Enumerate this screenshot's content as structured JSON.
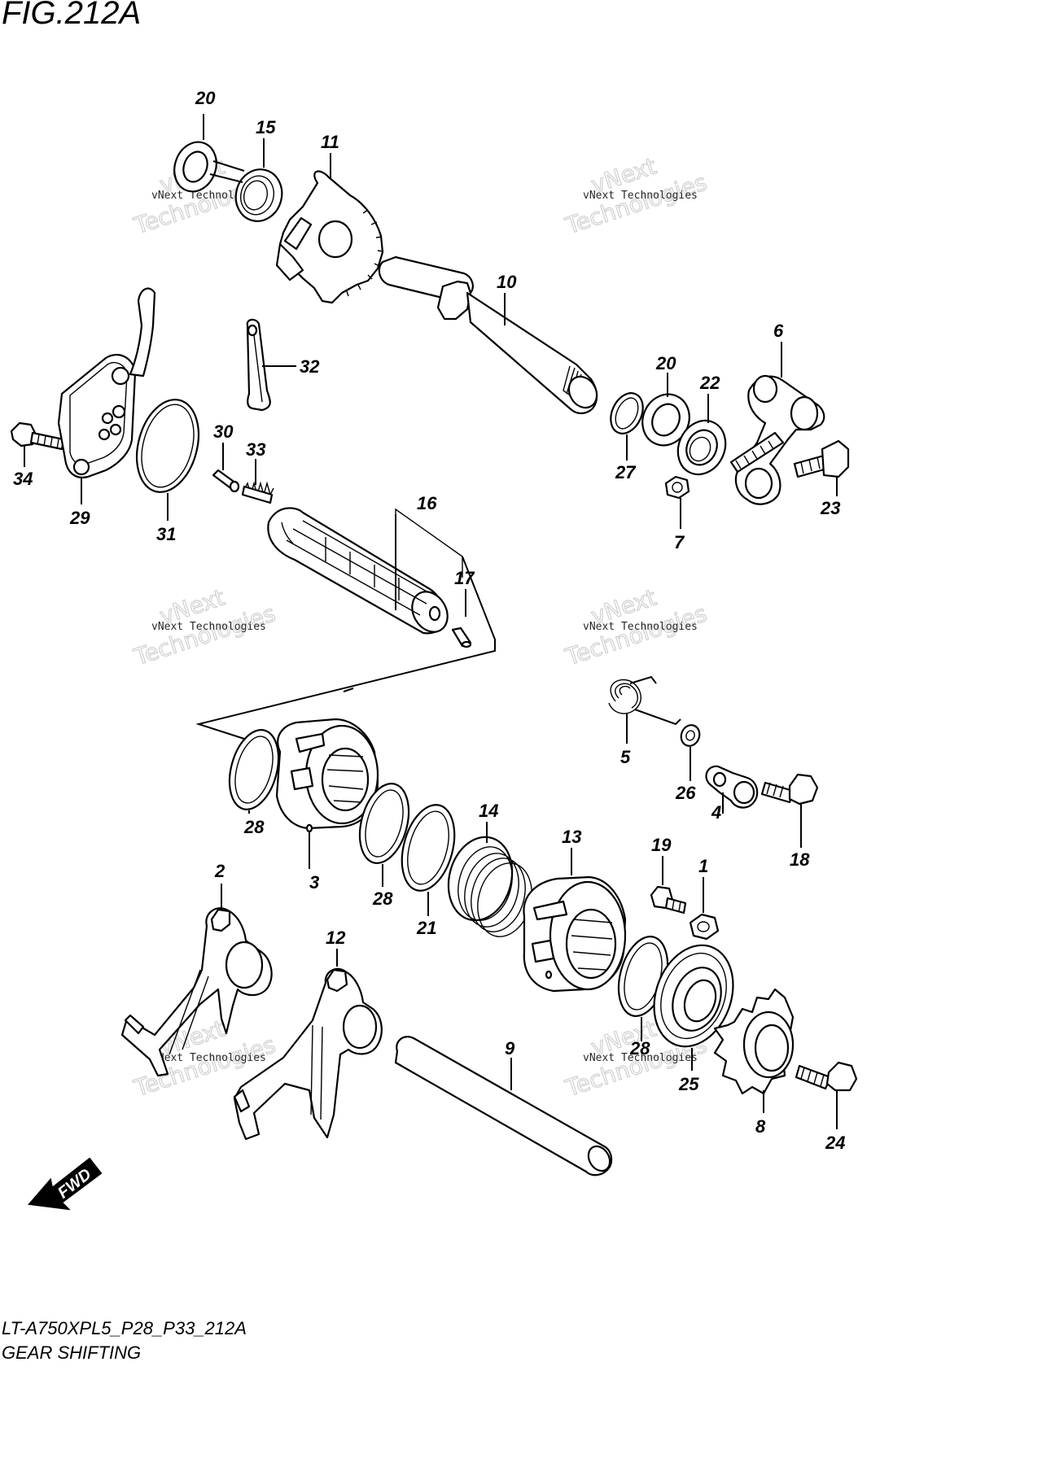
{
  "figure": {
    "title": "FIG.212A",
    "model_code": "LT-A750XPL5_P28_P33_212A",
    "section_name": "GEAR SHIFTING"
  },
  "watermark": {
    "line1": "vNext Technologies",
    "line2": "vNext",
    "line3": "Technologies"
  },
  "forward_arrow": {
    "label": "FWD"
  },
  "callouts": {
    "p20a": "20",
    "p15": "15",
    "p11": "11",
    "p10": "10",
    "p32": "32",
    "p6": "6",
    "p20b": "20",
    "p22": "22",
    "p27": "27",
    "p23": "23",
    "p7": "7",
    "p34": "34",
    "p29": "29",
    "p30": "30",
    "p33": "33",
    "p31": "31",
    "p16": "16",
    "p17": "17",
    "p5": "5",
    "p26": "26",
    "p4": "4",
    "p18": "18",
    "p28a": "28",
    "p3": "3",
    "p28b": "28",
    "p21": "21",
    "p14": "14",
    "p13": "13",
    "p19": "19",
    "p1": "1",
    "p2": "2",
    "p12": "12",
    "p9": "9",
    "p28c": "28",
    "p25": "25",
    "p8": "8",
    "p24": "24"
  }
}
